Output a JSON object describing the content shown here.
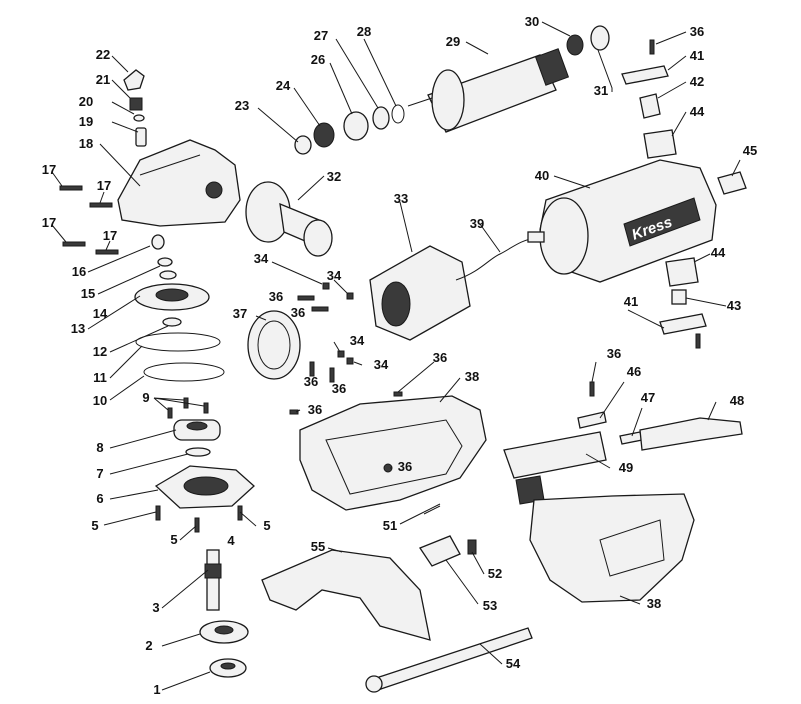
{
  "brand_text": "Kress",
  "labels": [
    "1",
    "2",
    "3",
    "4",
    "5",
    "5",
    "5",
    "6",
    "7",
    "8",
    "9",
    "10",
    "11",
    "12",
    "13",
    "14",
    "15",
    "16",
    "17",
    "17",
    "17",
    "17",
    "18",
    "19",
    "20",
    "21",
    "22",
    "23",
    "24",
    "26",
    "27",
    "28",
    "29",
    "30",
    "31",
    "32",
    "33",
    "34",
    "34",
    "34",
    "34",
    "36",
    "36",
    "36",
    "36",
    "36",
    "36",
    "36",
    "36",
    "36",
    "37",
    "38",
    "38",
    "39",
    "40",
    "41",
    "41",
    "42",
    "43",
    "44",
    "44",
    "45",
    "46",
    "47",
    "48",
    "49",
    "51",
    "52",
    "53",
    "54",
    "55"
  ]
}
